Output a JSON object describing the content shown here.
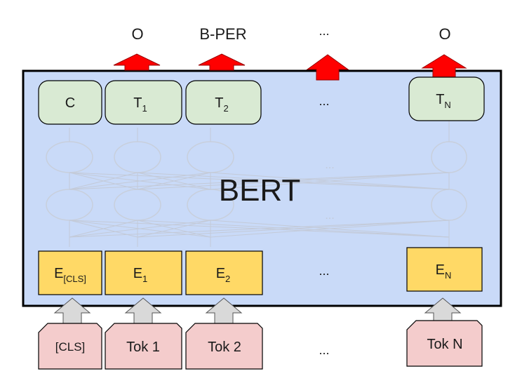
{
  "outputs": [
    {
      "label": "O"
    },
    {
      "label": "B-PER"
    },
    {
      "label": "..."
    },
    {
      "label": "O"
    }
  ],
  "model": {
    "title": "BERT"
  },
  "top_row": [
    {
      "base": "C",
      "sub": ""
    },
    {
      "base": "T",
      "sub": "1"
    },
    {
      "base": "T",
      "sub": "2"
    },
    {
      "base": "...",
      "sub": ""
    },
    {
      "base": "T",
      "sub": "N"
    }
  ],
  "embed_row": [
    {
      "base": "E",
      "sub": "[CLS]"
    },
    {
      "base": "E",
      "sub": "1"
    },
    {
      "base": "E",
      "sub": "2"
    },
    {
      "base": "...",
      "sub": ""
    },
    {
      "base": "E",
      "sub": "N"
    }
  ],
  "tokens": [
    {
      "label": "[CLS]"
    },
    {
      "label": "Tok 1"
    },
    {
      "label": "Tok 2"
    },
    {
      "label": "..."
    },
    {
      "label": "Tok N"
    }
  ],
  "colors": {
    "bert_fill": "#c9daf8",
    "top_box_fill": "#d9ead3",
    "embed_box_fill": "#ffd966",
    "token_fill": "#f4cccc",
    "output_arrow": "#ff0000",
    "input_arrow": "#d9d9d9"
  }
}
